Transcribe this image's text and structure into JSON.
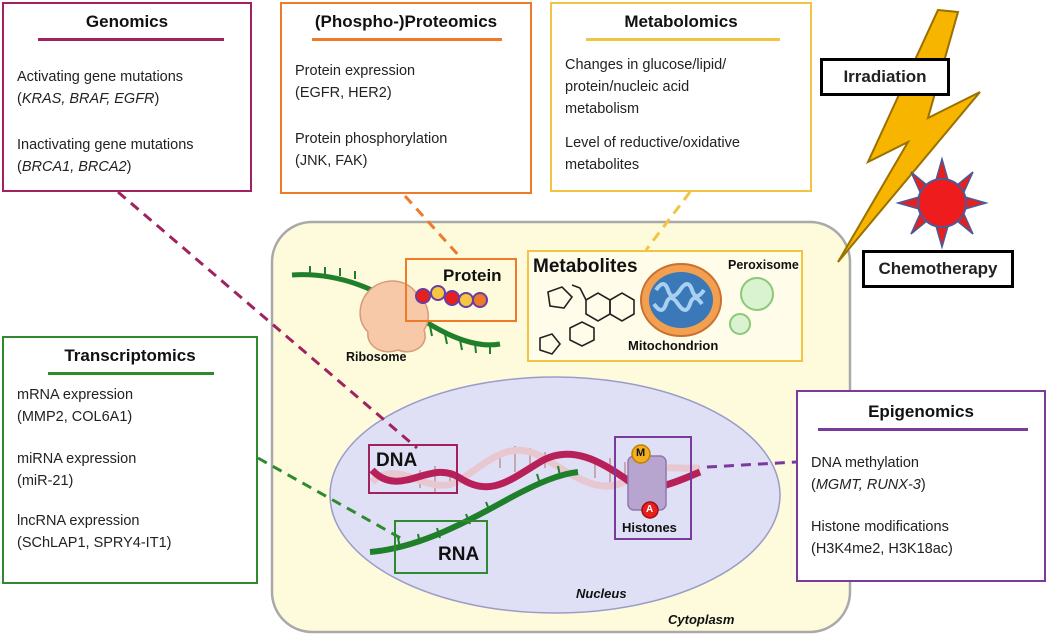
{
  "colors": {
    "genomics": "#a0225e",
    "proteomics": "#ee7a2a",
    "metabolomics": "#f2c443",
    "transcriptomics": "#2f8a2f",
    "epigenomics": "#7a3a9c",
    "cytoplasm_fill": "#fdfbdc",
    "nucleus_fill": "#dfe0f5",
    "lightning": "#f7b500",
    "sun": "#e8201b"
  },
  "genomics": {
    "title": "Genomics",
    "items": [
      {
        "line1": "Activating gene mutations",
        "line2": "KRAS, BRAF, EGFR"
      },
      {
        "line1": "Inactivating gene mutations",
        "line2": "BRCA1, BRCA2"
      }
    ]
  },
  "proteomics": {
    "title": "(Phospho-)Proteomics",
    "items": [
      {
        "line1": "Protein expression",
        "line2": "(EGFR, HER2)"
      },
      {
        "line1": "Protein phosphorylation",
        "line2": "(JNK, FAK)"
      }
    ]
  },
  "metabolomics": {
    "title": "Metabolomics",
    "items": [
      {
        "line1": "Changes in glucose/lipid/",
        "line2": "protein/nucleic acid",
        "line3": "metabolism"
      },
      {
        "line1": "Level of reductive/oxidative",
        "line2": "metabolites"
      }
    ]
  },
  "transcriptomics": {
    "title": "Transcriptomics",
    "items": [
      {
        "line1": "mRNA expression",
        "line2": "(MMP2, COL6A1)"
      },
      {
        "line1": "miRNA expression",
        "line2": "(miR-21)"
      },
      {
        "line1": "lncRNA expression",
        "line2": "(SChLAP1, SPRY4-IT1)"
      }
    ]
  },
  "epigenomics": {
    "title": "Epigenomics",
    "items": [
      {
        "line1": "DNA methylation",
        "line2": "MGMT, RUNX-3"
      },
      {
        "line1": "Histone modifications",
        "line2": "(H3K4me2, H3K18ac)"
      }
    ]
  },
  "treatments": {
    "irradiation": "Irradiation",
    "chemotherapy": "Chemotherapy"
  },
  "cell": {
    "protein": "Protein",
    "ribosome": "Ribosome",
    "metabolites": "Metabolites",
    "peroxisome": "Peroxisome",
    "mitochondrion": "Mitochondrion",
    "dna": "DNA",
    "rna": "RNA",
    "histones": "Histones",
    "histone_mark_m": "M",
    "histone_mark_a": "A",
    "nucleus": "Nucleus",
    "cytoplasm": "Cytoplasm"
  }
}
